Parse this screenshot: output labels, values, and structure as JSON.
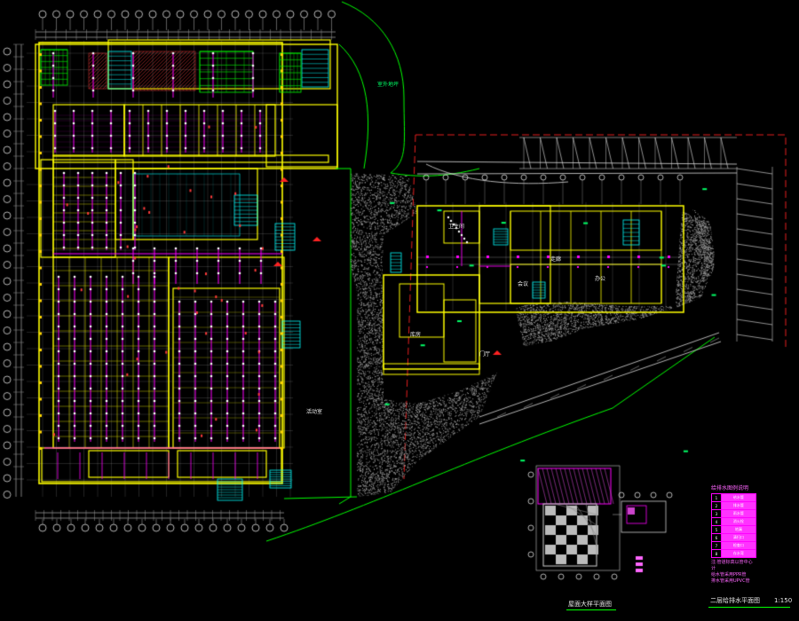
{
  "colors": {
    "background": "#000000",
    "wall": "#ffff00",
    "axis": "#ffffff",
    "pipe": "#ff00ff",
    "outline": "#00ff00",
    "stair": "#00ffff",
    "boundary": "#ff2222"
  },
  "labels": {
    "drawing_title": "二层给排水平面图",
    "scale": "1:150",
    "detail_title": "屋面大样平面图",
    "legend_title": "给排水图例说明",
    "legend_rows": [
      [
        "1",
        "给水管"
      ],
      [
        "2",
        "排水管"
      ],
      [
        "3",
        "雨水管"
      ],
      [
        "4",
        "消火栓"
      ],
      [
        "5",
        "地漏"
      ],
      [
        "6",
        "清扫口"
      ],
      [
        "7",
        "检查口"
      ],
      [
        "8",
        "存水弯"
      ]
    ],
    "legend_notes": [
      "注:管道标高以管中心计",
      "给水管采用PPR管",
      "排水管采用UPVC管"
    ],
    "room_labels": [
      "办公",
      "会议",
      "门厅",
      "库房",
      "走廊",
      "卫生间",
      "活动室"
    ],
    "site_note": "室外地坪"
  }
}
